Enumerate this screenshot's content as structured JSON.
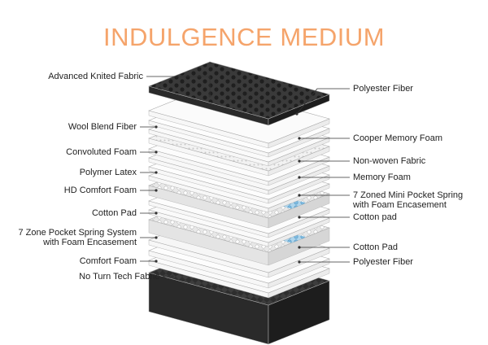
{
  "title": "INDULGENCE MEDIUM",
  "colors": {
    "title": "#F5A46B",
    "label": "#222222",
    "leader": "#333333"
  },
  "labels_left": [
    {
      "lines": [
        "Advanced Knited Fabric"
      ]
    },
    {
      "lines": [
        "Wool Blend Fiber"
      ]
    },
    {
      "lines": [
        "Convoluted Foam"
      ]
    },
    {
      "lines": [
        "Polymer Latex"
      ]
    },
    {
      "lines": [
        "HD Comfort Foam"
      ]
    },
    {
      "lines": [
        "Cotton Pad"
      ]
    },
    {
      "lines": [
        "7 Zone Pocket Spring System",
        "with Foam Encasement"
      ]
    },
    {
      "lines": [
        "Comfort Foam"
      ]
    },
    {
      "lines": [
        "No Turn Tech Fabric"
      ]
    }
  ],
  "labels_right": [
    {
      "lines": [
        "Polyester Fiber"
      ]
    },
    {
      "lines": [
        "Cooper Memory Foam"
      ]
    },
    {
      "lines": [
        "Non-woven Fabric"
      ]
    },
    {
      "lines": [
        "Memory Foam"
      ]
    },
    {
      "lines": [
        "7 Zoned Mini Pocket Spring",
        "with Foam Encasement"
      ]
    },
    {
      "lines": [
        "Cotton pad"
      ]
    },
    {
      "lines": [
        "Cotton Pad"
      ]
    },
    {
      "lines": [
        "Polyester Fiber"
      ]
    }
  ]
}
